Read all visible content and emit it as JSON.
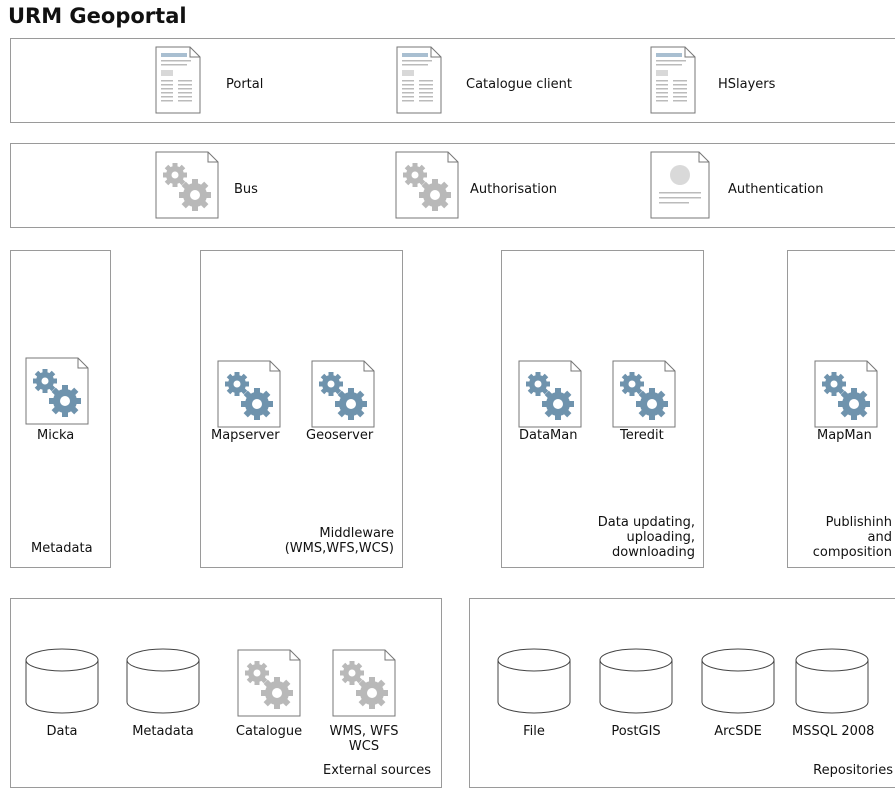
{
  "title": "URM Geoportal",
  "clients": {
    "portal": "Portal",
    "catalogue_client": "Catalogue client",
    "hslayers": "HSlayers"
  },
  "services": {
    "bus": "Bus",
    "authorisation": "Authorisation",
    "authentication": "Authentication"
  },
  "metadata_panel": {
    "micka": "Micka",
    "caption": "Metadata"
  },
  "middleware_panel": {
    "mapserver": "Mapserver",
    "geoserver": "Geoserver",
    "caption_line1": "Middleware",
    "caption_line2": "(WMS,WFS,WCS)"
  },
  "data_panel": {
    "dataman": "DataMan",
    "teredit": "Teredit",
    "caption_line1": "Data updating,",
    "caption_line2": "uploading,",
    "caption_line3": "downloading"
  },
  "publishing_panel": {
    "mapman": "MapMan",
    "caption_line1": "Publishinh",
    "caption_line2": "and",
    "caption_line3": "composition"
  },
  "external_sources": {
    "data": "Data",
    "metadata": "Metadata",
    "catalogue": "Catalogue",
    "wms_line1": "WMS, WFS",
    "wms_line2": "WCS",
    "caption": "External sources"
  },
  "repositories": {
    "file": "File",
    "postgis": "PostGIS",
    "arcsde": "ArcSDE",
    "mssql": "MSSQL 2008",
    "caption": "Repositories"
  },
  "colors": {
    "gear_blue": "#6f93ad",
    "gear_grey": "#b9b9b9",
    "doc_header_blue": "#a9bfd1",
    "border": "#9a9a9a"
  }
}
